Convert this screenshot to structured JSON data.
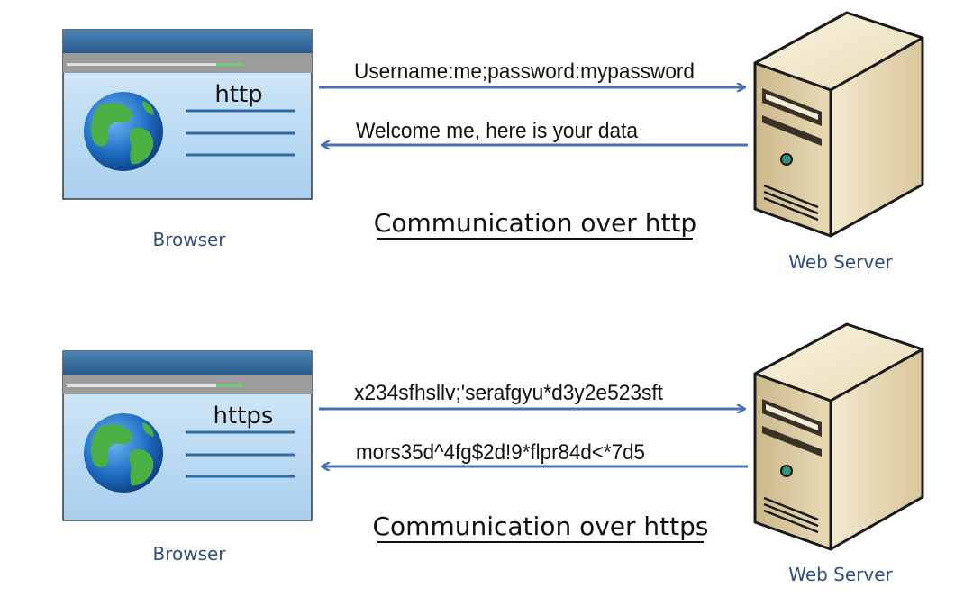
{
  "colors": {
    "arrow": "#4a72b0",
    "caption": "#2f4f7f",
    "browser_title": "#2e5f8f",
    "browser_body": "#bcdcf2",
    "doc_lines": "#2f6aa3",
    "server_body": "#e6d3a8",
    "server_outline": "#1a1a1a"
  },
  "panels": [
    {
      "id": "http",
      "browser": {
        "page_label": "http",
        "caption": "Browser"
      },
      "server": {
        "caption": "Web Server"
      },
      "request": {
        "text": "Username:me;password:mypassword"
      },
      "response": {
        "text": "Welcome me, here is your data"
      },
      "title": "Communication over http"
    },
    {
      "id": "https",
      "browser": {
        "page_label": "https",
        "caption": "Browser"
      },
      "server": {
        "caption": "Web Server"
      },
      "request": {
        "text": "x234sfhsllv;'serafgyu*d3y2e523sft"
      },
      "response": {
        "text": "mors35d^4fg$2d!9*flpr84d<*7d5"
      },
      "title": "Communication over https"
    }
  ]
}
